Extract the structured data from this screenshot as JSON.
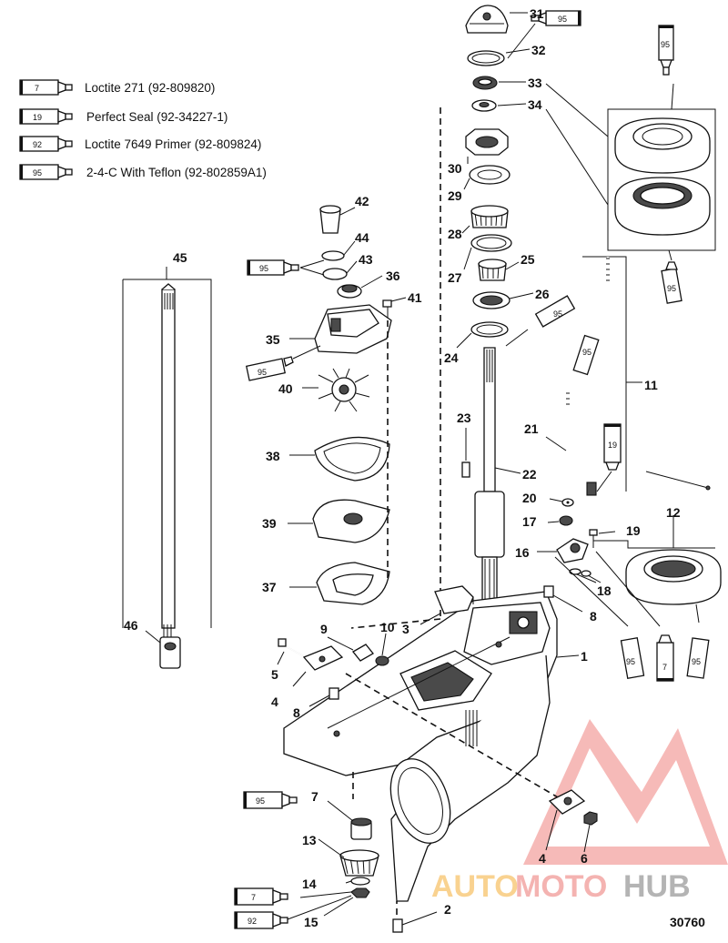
{
  "legend": [
    {
      "code": "7",
      "text": "Loctite 271 (92-809820)"
    },
    {
      "code": "19",
      "text": "Perfect Seal (92-34227-1)"
    },
    {
      "code": "92",
      "text": "Loctite 7649 Primer (92-809824)"
    },
    {
      "code": "95",
      "text": "2-4-C  With Teflon (92-802859A1)"
    }
  ],
  "callouts": [
    {
      "id": "c31",
      "text": "31"
    },
    {
      "id": "c32",
      "text": "32"
    },
    {
      "id": "c33",
      "text": "33"
    },
    {
      "id": "c34",
      "text": "34"
    },
    {
      "id": "c30",
      "text": "30"
    },
    {
      "id": "c29",
      "text": "29"
    },
    {
      "id": "c28",
      "text": "28"
    },
    {
      "id": "c27",
      "text": "27"
    },
    {
      "id": "c25",
      "text": "25"
    },
    {
      "id": "c26",
      "text": "26"
    },
    {
      "id": "c24",
      "text": "24"
    },
    {
      "id": "c23",
      "text": "23"
    },
    {
      "id": "c22",
      "text": "22"
    },
    {
      "id": "c21",
      "text": "21"
    },
    {
      "id": "c20",
      "text": "20"
    },
    {
      "id": "c17",
      "text": "17"
    },
    {
      "id": "c16",
      "text": "16"
    },
    {
      "id": "c19",
      "text": "19"
    },
    {
      "id": "c18",
      "text": "18"
    },
    {
      "id": "c12",
      "text": "12"
    },
    {
      "id": "c11",
      "text": "11"
    },
    {
      "id": "c42",
      "text": "42"
    },
    {
      "id": "c44",
      "text": "44"
    },
    {
      "id": "c43",
      "text": "43"
    },
    {
      "id": "c36",
      "text": "36"
    },
    {
      "id": "c41",
      "text": "41"
    },
    {
      "id": "c35",
      "text": "35"
    },
    {
      "id": "c40",
      "text": "40"
    },
    {
      "id": "c38",
      "text": "38"
    },
    {
      "id": "c39",
      "text": "39"
    },
    {
      "id": "c37",
      "text": "37"
    },
    {
      "id": "c45",
      "text": "45"
    },
    {
      "id": "c46",
      "text": "46"
    },
    {
      "id": "c9",
      "text": "9"
    },
    {
      "id": "c10",
      "text": "10"
    },
    {
      "id": "c3",
      "text": "3"
    },
    {
      "id": "c8a",
      "text": "8"
    },
    {
      "id": "c1",
      "text": "1"
    },
    {
      "id": "c5",
      "text": "5"
    },
    {
      "id": "c4a",
      "text": "4"
    },
    {
      "id": "c8b",
      "text": "8"
    },
    {
      "id": "c7",
      "text": "7"
    },
    {
      "id": "c13",
      "text": "13"
    },
    {
      "id": "c14",
      "text": "14"
    },
    {
      "id": "c15",
      "text": "15"
    },
    {
      "id": "c2",
      "text": "2"
    },
    {
      "id": "c4b",
      "text": "4"
    },
    {
      "id": "c6",
      "text": "6"
    }
  ],
  "tubes": [
    {
      "id": "t95a",
      "text": "95"
    },
    {
      "id": "t95b",
      "text": "95"
    },
    {
      "id": "t95c",
      "text": "95"
    },
    {
      "id": "t95d",
      "text": "95"
    },
    {
      "id": "t95e",
      "text": "95"
    },
    {
      "id": "t95f",
      "text": "95"
    },
    {
      "id": "t19",
      "text": "19"
    },
    {
      "id": "t95g",
      "text": "95"
    },
    {
      "id": "t7a",
      "text": "7"
    },
    {
      "id": "t95h",
      "text": "95"
    },
    {
      "id": "t95i",
      "text": "95"
    },
    {
      "id": "t95j",
      "text": "95"
    },
    {
      "id": "t7b",
      "text": "7"
    },
    {
      "id": "t92",
      "text": "92"
    }
  ],
  "figure_number": "30760",
  "watermark": {
    "part1": "AUTO",
    "part2": "MOTO",
    "part3": "HUB",
    "color1": "#f7c36b",
    "color2": "#f19a97",
    "color3": "#9c9c9c"
  }
}
